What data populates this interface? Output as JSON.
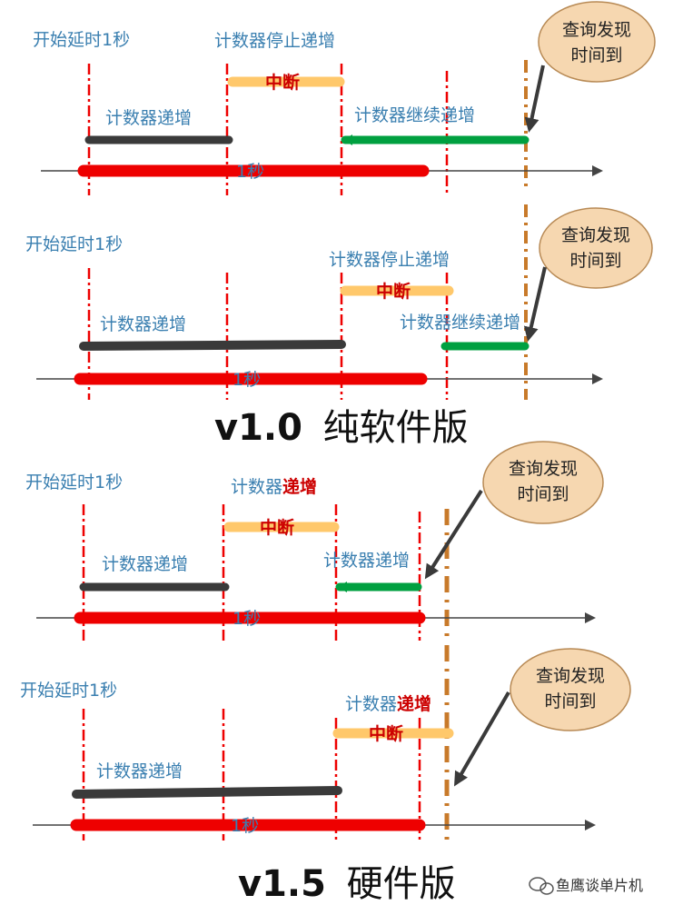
{
  "section_v10": {
    "title_version": "v1.0",
    "title_text": "纯软件版",
    "rowA": {
      "start_delay": "开始延时1秒",
      "counter_inc_1": "计数器递增",
      "counter_stop": "计数器停止递增",
      "interrupt": "中断",
      "counter_resume": "计数器继续递增",
      "one_second": "1秒",
      "bubble_line1": "查询发现",
      "bubble_line2": "时间到"
    },
    "rowB": {
      "start_delay": "开始延时1秒",
      "counter_inc_1": "计数器递增",
      "counter_stop": "计数器停止递增",
      "interrupt": "中断",
      "counter_resume": "计数器继续递增",
      "one_second": "1秒",
      "bubble_line1": "查询发现",
      "bubble_line2": "时间到"
    }
  },
  "section_v15": {
    "title_version": "v1.5",
    "title_text": "硬件版",
    "rowA": {
      "start_delay": "开始延时1秒",
      "counter_inc_1": "计数器递增",
      "counter_top_prefix": "计数器",
      "counter_top_suffix": "递增",
      "interrupt": "中断",
      "counter_inc_2": "计数器递增",
      "one_second": "1秒",
      "bubble_line1": "查询发现",
      "bubble_line2": "时间到"
    },
    "rowB": {
      "start_delay": "开始延时1秒",
      "counter_inc_1": "计数器递增",
      "counter_top_prefix": "计数器",
      "counter_top_suffix": "递增",
      "interrupt": "中断",
      "one_second": "1秒",
      "bubble_line1": "查询发现",
      "bubble_line2": "时间到"
    }
  },
  "watermark": "鱼鹰谈单片机",
  "colors": {
    "red": "#ee0000",
    "dark": "#3a3a3a",
    "green": "#00a040",
    "interrupt_bar": "#ffc86b",
    "label_blue": "#3a7fb0",
    "bubble_fill": "#f6d7b0",
    "bubble_stroke": "#b88a55",
    "dashdot_orange": "#c87a2a",
    "axis": "#444444"
  }
}
